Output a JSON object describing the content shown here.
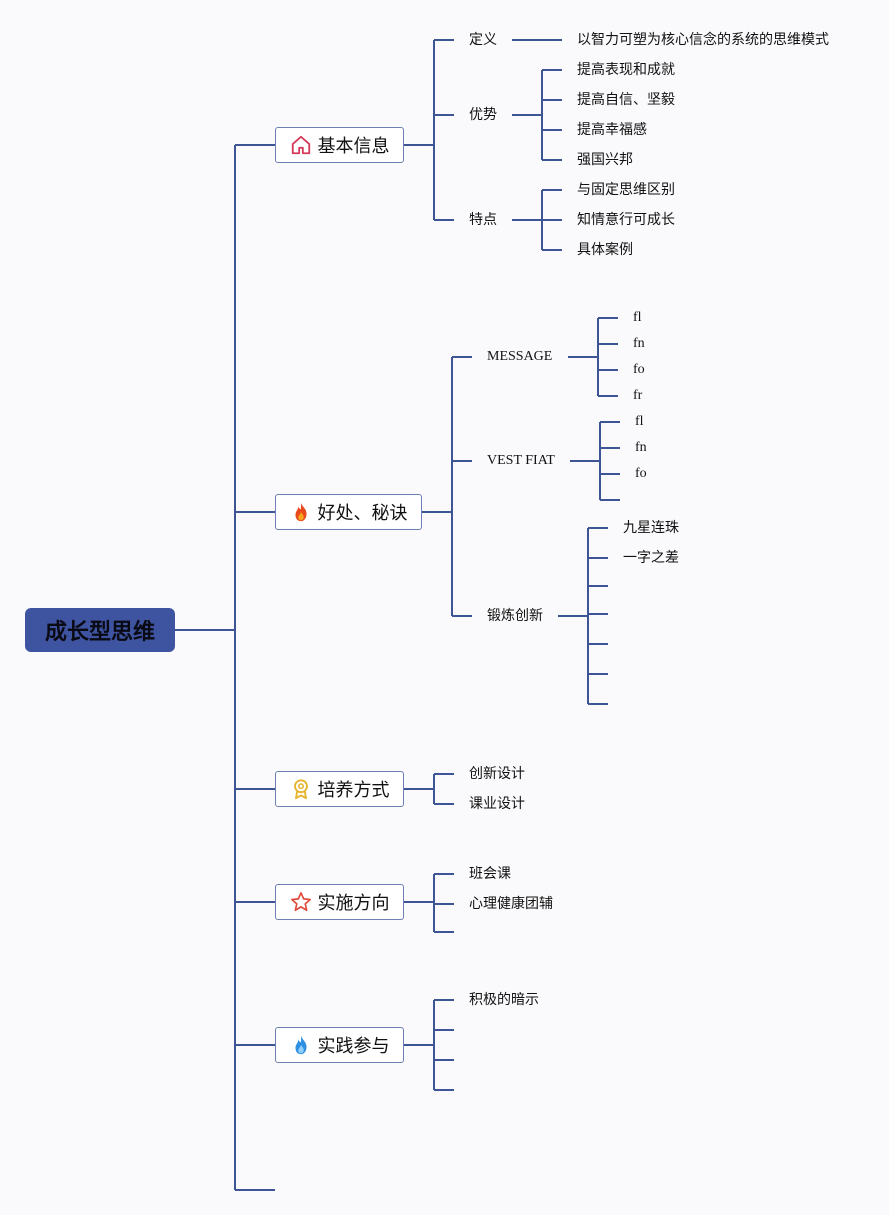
{
  "root": "成长型思维",
  "branches": {
    "b1": "基本信息",
    "b2": "好处、秘诀",
    "b3": "培养方式",
    "b4": "实施方向",
    "b5": "实践参与"
  },
  "basic": {
    "def": "定义",
    "def_text": "以智力可塑为核心信念的系统的思维模式",
    "adv": "优势",
    "adv_items": [
      "提高表现和成就",
      "提高自信、坚毅",
      "提高幸福感",
      "强国兴邦"
    ],
    "feat": "特点",
    "feat_items": [
      "与固定思维区别",
      "知情意行可成长",
      "具体案例"
    ]
  },
  "benefits": {
    "message": "MESSAGE",
    "message_items": [
      "fl",
      "fn",
      "fo",
      "fr"
    ],
    "vest": "VEST FIAT",
    "vest_items": [
      "fl",
      "fn",
      "fo"
    ],
    "train": "锻炼创新",
    "train_items": [
      "九星连珠",
      "一字之差"
    ]
  },
  "cultivate": {
    "items": [
      "创新设计",
      "课业设计"
    ]
  },
  "implement": {
    "items": [
      "班会课",
      "心理健康团辅"
    ]
  },
  "practice": {
    "items": [
      "积极的暗示"
    ]
  },
  "colors": {
    "line": "#3e5595",
    "root_bg": "#3e54a0",
    "border": "#6d7fb4"
  },
  "icons": [
    "house-icon",
    "flame-icon",
    "medal-icon",
    "star-icon",
    "water-flame-icon"
  ]
}
